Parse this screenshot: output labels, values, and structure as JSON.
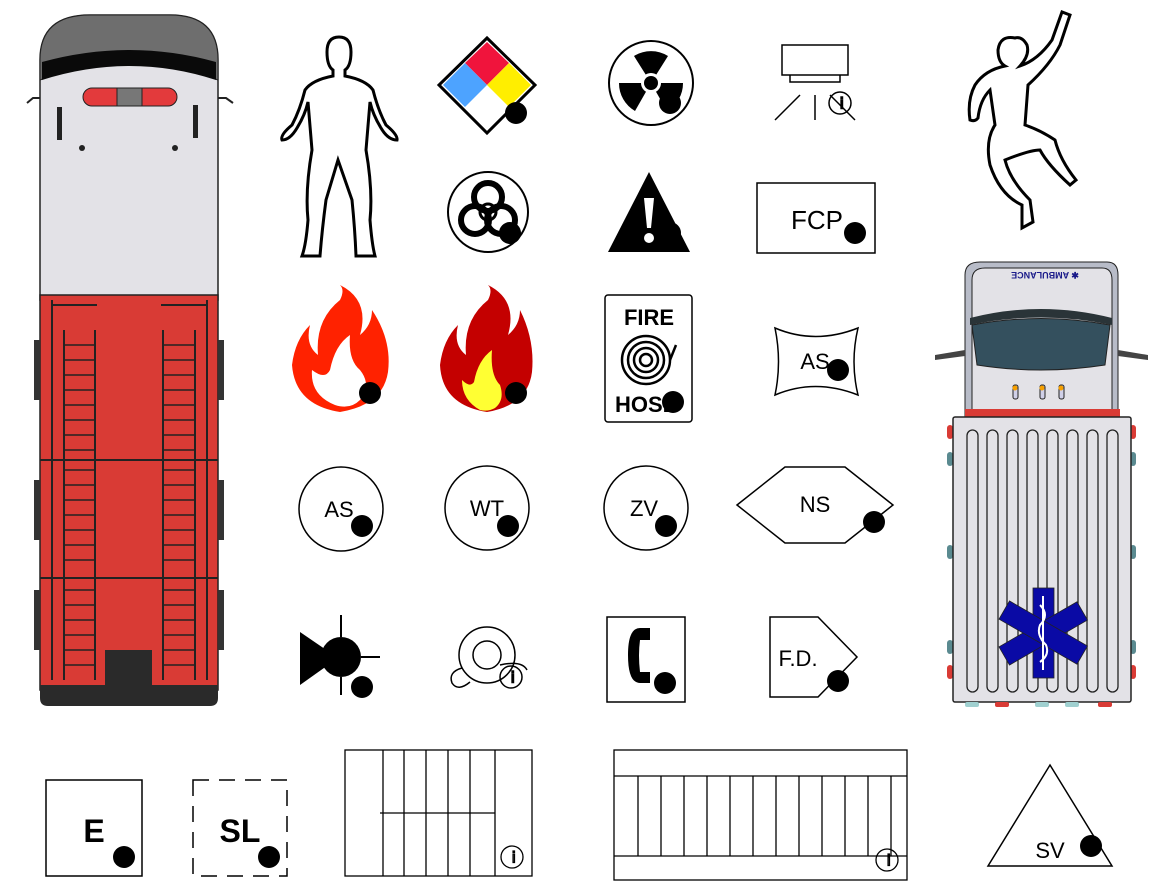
{
  "palette": {
    "title": "",
    "shapes": [
      {
        "id": "fire-truck",
        "label": ""
      },
      {
        "id": "human-outline",
        "label": ""
      },
      {
        "id": "hazard-diamond",
        "label": ""
      },
      {
        "id": "radiation",
        "label": ""
      },
      {
        "id": "camera",
        "label": ""
      },
      {
        "id": "fallen-person",
        "label": ""
      },
      {
        "id": "biohazard",
        "label": ""
      },
      {
        "id": "warning",
        "label": ""
      },
      {
        "id": "fcp",
        "label": "FCP"
      },
      {
        "id": "fire-red",
        "label": ""
      },
      {
        "id": "fire-dark",
        "label": ""
      },
      {
        "id": "fire-hose",
        "label_top": "FIRE",
        "label_bottom": "HOSE"
      },
      {
        "id": "as-banner",
        "label": "AS"
      },
      {
        "id": "ambulance",
        "label": "✱ AMBULANCE"
      },
      {
        "id": "as-circle",
        "label": "AS"
      },
      {
        "id": "wt-circle",
        "label": "WT"
      },
      {
        "id": "zv-circle",
        "label": "ZV"
      },
      {
        "id": "ns-hexagon",
        "label": "NS"
      },
      {
        "id": "valve",
        "label": ""
      },
      {
        "id": "ring",
        "label": ""
      },
      {
        "id": "telephone",
        "label": ""
      },
      {
        "id": "fd-pentagon",
        "label": "F.D."
      },
      {
        "id": "e-box",
        "label": "E"
      },
      {
        "id": "sl-box",
        "label": "SL"
      },
      {
        "id": "grid-a",
        "label": ""
      },
      {
        "id": "grid-b",
        "label": ""
      },
      {
        "id": "sv-triangle",
        "label": "SV"
      }
    ],
    "info_icon": "info-icon",
    "colors": {
      "truck_red": "#d93b35",
      "truck_light": "#e3e2e7",
      "nfpa_red": "#f0143c",
      "nfpa_yellow": "#ffee00",
      "nfpa_blue": "#4da3ff",
      "flame_red": "#ff2200",
      "flame_dark": "#c40000",
      "flame_yellow": "#ffff33",
      "star_of_life": "#0a0aa5"
    }
  }
}
